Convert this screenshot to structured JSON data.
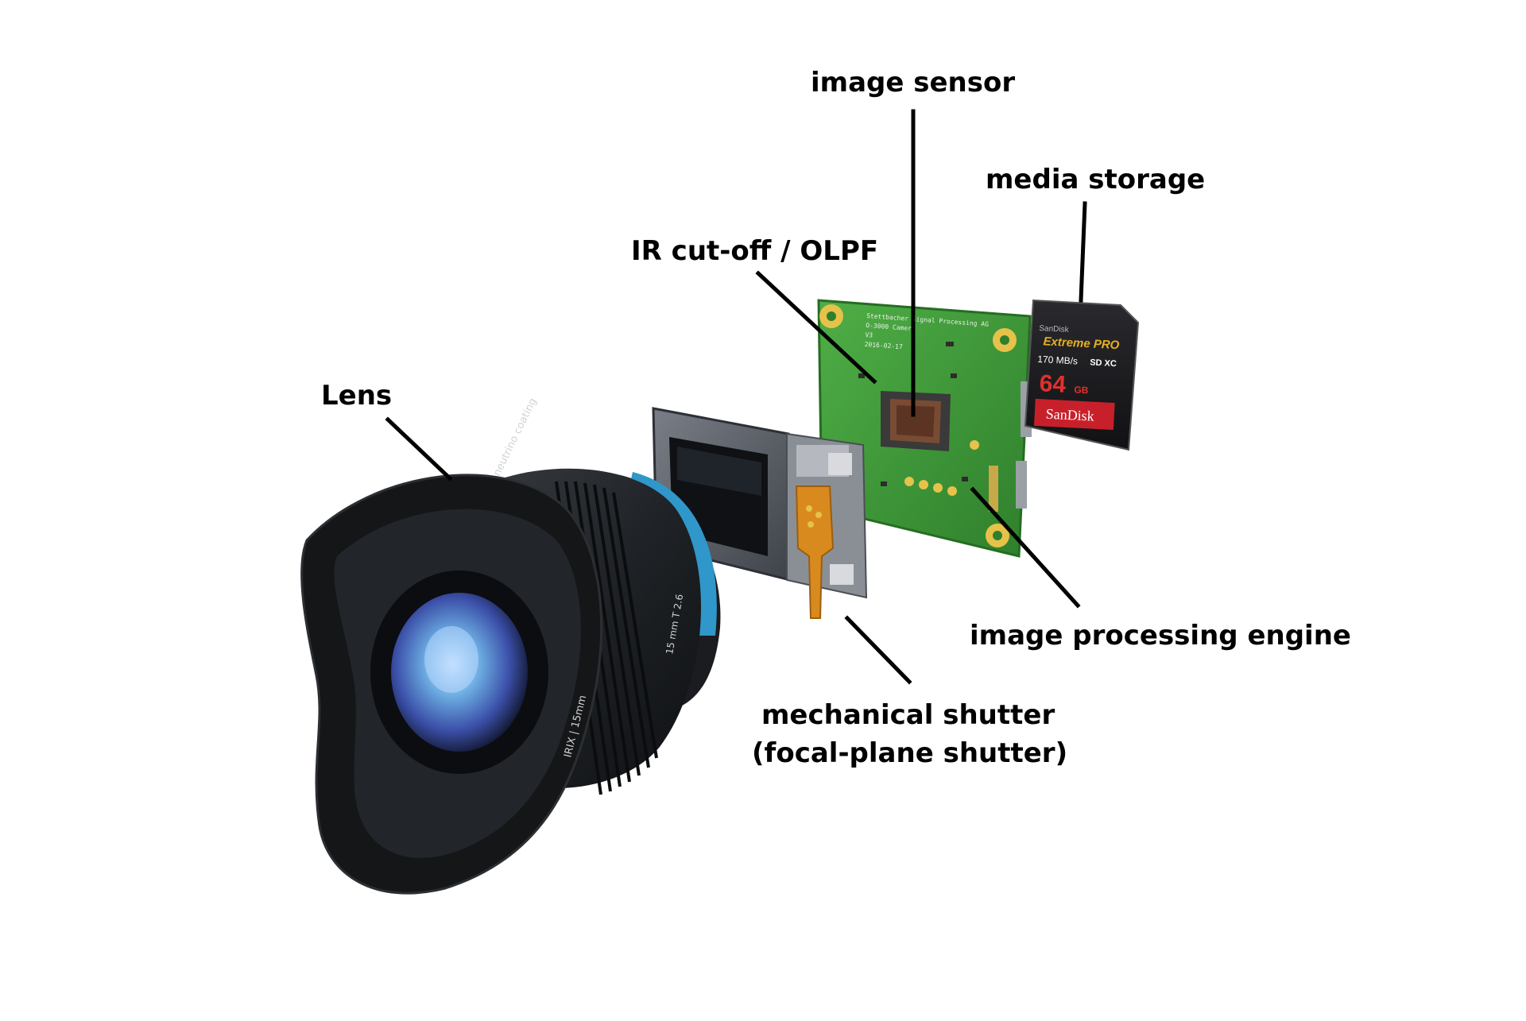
{
  "labels": {
    "image_sensor": "image sensor",
    "media_storage": "media storage",
    "ir_olpf": "IR cut-off / OLPF",
    "lens": "Lens",
    "image_processing_engine": "image processing engine",
    "mechanical_shutter_line1": "mechanical shutter",
    "mechanical_shutter_line2": "(focal-plane shutter)"
  },
  "sd_card": {
    "brand_small": "SanDisk",
    "product": "Extreme PRO",
    "speed": "170 MB/s",
    "format": "SD XC",
    "capacity": "64",
    "capacity_unit": "GB",
    "brand": "SanDisk"
  },
  "lens_barrel": {
    "coating": "neutrino coating",
    "model": "IRIX | 15mm",
    "focal": "15 mm T 2.6"
  },
  "pcb": {
    "silkscreen_line1": "Stettbacher Signal Processing AG",
    "silkscreen_line2": "O-3000 Camera",
    "silkscreen_line3": "V3",
    "silkscreen_line4": "2016-02-17"
  },
  "colors": {
    "text": "#000000",
    "pcb_green": "#3f9a3a",
    "lens_body": "#1e2124",
    "lens_accent_blue": "#2f97c9",
    "sd_red": "#c8202a",
    "gold_pad": "#e6c24a"
  }
}
